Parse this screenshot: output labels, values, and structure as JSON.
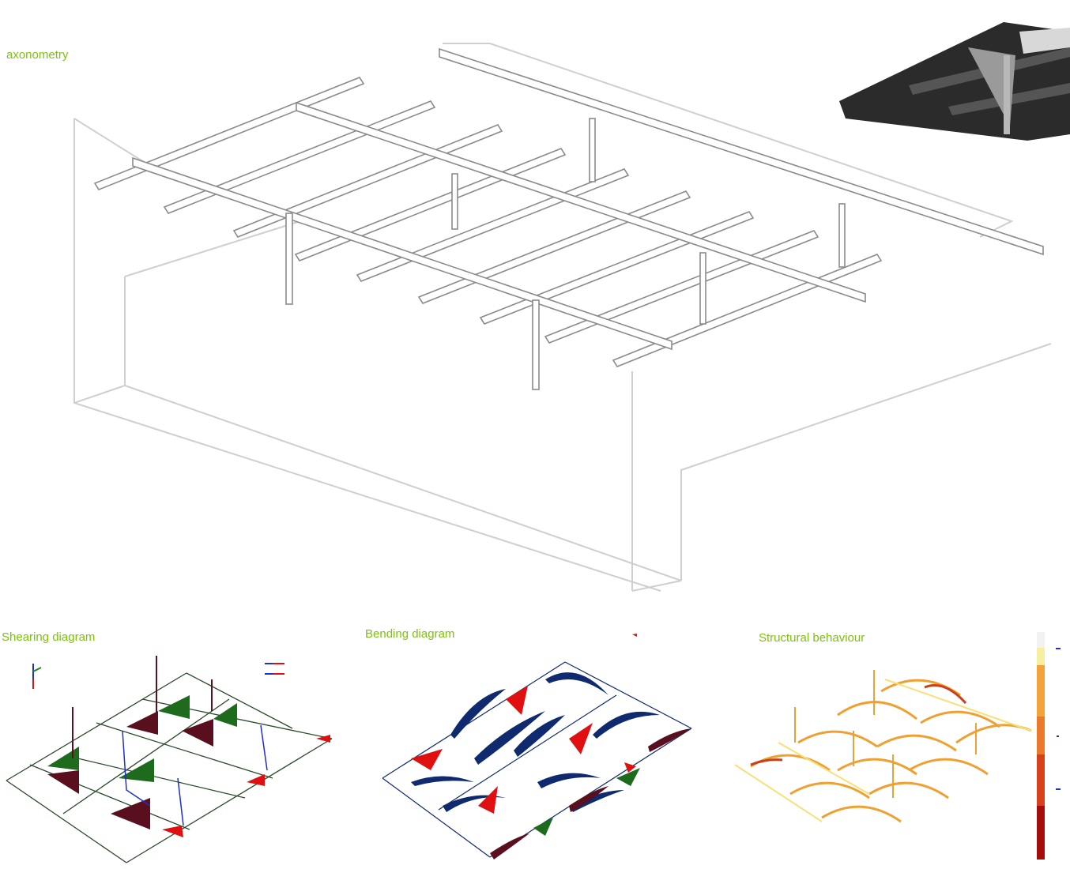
{
  "labels": {
    "axonometry": "axonometry",
    "shearing": "Shearing diagram",
    "bending": "Bending diagram",
    "structural": "Structural behaviour"
  },
  "colors": {
    "label": "#7cc20e",
    "outline": "#cfcfcf",
    "steel": "#8a8a8a",
    "shear_green": "#1e6b1e",
    "shear_maroon": "#5a0f1f",
    "bend_navy": "#0f2a6e",
    "bend_red": "#e01010",
    "struct_orange": "#f0a030",
    "struct_dark": "#c8411a"
  }
}
